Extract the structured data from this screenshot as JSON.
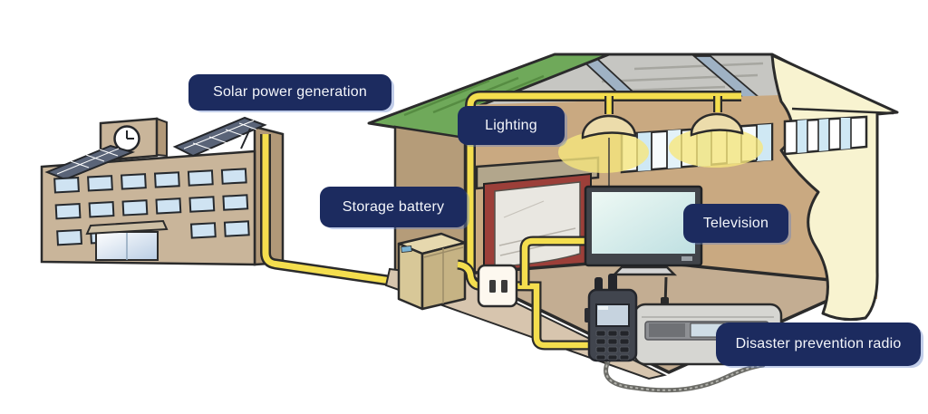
{
  "labels": {
    "solar_power": "Solar power generation",
    "lighting": "Lighting",
    "storage_battery": "Storage battery",
    "television": "Television",
    "disaster_radio": "Disaster prevention radio"
  },
  "colors": {
    "label_bg": "#1c2b5f",
    "label_text": "#f4f6fb",
    "cable_yellow": "#f4de4e",
    "roof_green": "#6fa95a",
    "school_wall_tan": "#c9b59a",
    "gym_interior_wall": "#c9a981",
    "gym_gable_cream": "#f8f3d0",
    "solar_panel_blue": "#5a6478",
    "window_blue": "#cfe3f2",
    "stage_curtain_frame": "#9c3f39",
    "floor_tan": "#c3ad92"
  },
  "icons": [
    "school-building-icon",
    "clock-icon",
    "solar-panel-icon",
    "power-cable-icon",
    "gymnasium-icon",
    "pendant-light-icon",
    "stage-curtain-icon",
    "storage-battery-icon",
    "power-outlet-icon",
    "television-icon",
    "handheld-radio-icon",
    "desktop-radio-icon"
  ]
}
